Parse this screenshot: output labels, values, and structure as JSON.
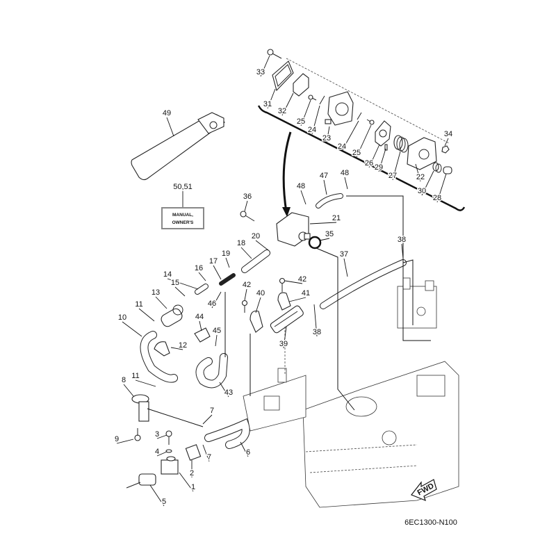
{
  "diagram": {
    "title": "Fuel system parts diagram",
    "drawing_code": "6EC1300-N100",
    "fwd_label": "FWD",
    "manual_box": {
      "line1": "MANUAL,",
      "line2": "OWNER'S"
    },
    "callouts": [
      {
        "id": "c1",
        "label": "1"
      },
      {
        "id": "c2",
        "label": "2"
      },
      {
        "id": "c3",
        "label": "3"
      },
      {
        "id": "c4",
        "label": "4"
      },
      {
        "id": "c5",
        "label": "5"
      },
      {
        "id": "c6",
        "label": "6"
      },
      {
        "id": "c7a",
        "label": "7"
      },
      {
        "id": "c7b",
        "label": "7"
      },
      {
        "id": "c8",
        "label": "8"
      },
      {
        "id": "c9",
        "label": "9"
      },
      {
        "id": "c10",
        "label": "10"
      },
      {
        "id": "c11a",
        "label": "11"
      },
      {
        "id": "c11b",
        "label": "11"
      },
      {
        "id": "c12",
        "label": "12"
      },
      {
        "id": "c13",
        "label": "13"
      },
      {
        "id": "c14",
        "label": "14"
      },
      {
        "id": "c15",
        "label": "15"
      },
      {
        "id": "c16",
        "label": "16"
      },
      {
        "id": "c17",
        "label": "17"
      },
      {
        "id": "c18",
        "label": "18"
      },
      {
        "id": "c19",
        "label": "19"
      },
      {
        "id": "c20",
        "label": "20"
      },
      {
        "id": "c21",
        "label": "21"
      },
      {
        "id": "c22",
        "label": "22"
      },
      {
        "id": "c23",
        "label": "23"
      },
      {
        "id": "c24a",
        "label": "24"
      },
      {
        "id": "c24b",
        "label": "24"
      },
      {
        "id": "c25a",
        "label": "25"
      },
      {
        "id": "c25b",
        "label": "25"
      },
      {
        "id": "c26",
        "label": "26"
      },
      {
        "id": "c27",
        "label": "27"
      },
      {
        "id": "c28",
        "label": "28"
      },
      {
        "id": "c29",
        "label": "29"
      },
      {
        "id": "c30",
        "label": "30"
      },
      {
        "id": "c31",
        "label": "31"
      },
      {
        "id": "c32",
        "label": "32"
      },
      {
        "id": "c33",
        "label": "33"
      },
      {
        "id": "c34",
        "label": "34"
      },
      {
        "id": "c35",
        "label": "35"
      },
      {
        "id": "c36",
        "label": "36"
      },
      {
        "id": "c37",
        "label": "37"
      },
      {
        "id": "c38a",
        "label": "38"
      },
      {
        "id": "c38b",
        "label": "38"
      },
      {
        "id": "c39",
        "label": "39"
      },
      {
        "id": "c40",
        "label": "40"
      },
      {
        "id": "c41",
        "label": "41"
      },
      {
        "id": "c42a",
        "label": "42"
      },
      {
        "id": "c42b",
        "label": "42"
      },
      {
        "id": "c43",
        "label": "43"
      },
      {
        "id": "c44",
        "label": "44"
      },
      {
        "id": "c45",
        "label": "45"
      },
      {
        "id": "c46",
        "label": "46"
      },
      {
        "id": "c47",
        "label": "47"
      },
      {
        "id": "c48a",
        "label": "48"
      },
      {
        "id": "c48b",
        "label": "48"
      },
      {
        "id": "c49",
        "label": "49"
      },
      {
        "id": "c5051",
        "label": "50,51"
      }
    ]
  }
}
